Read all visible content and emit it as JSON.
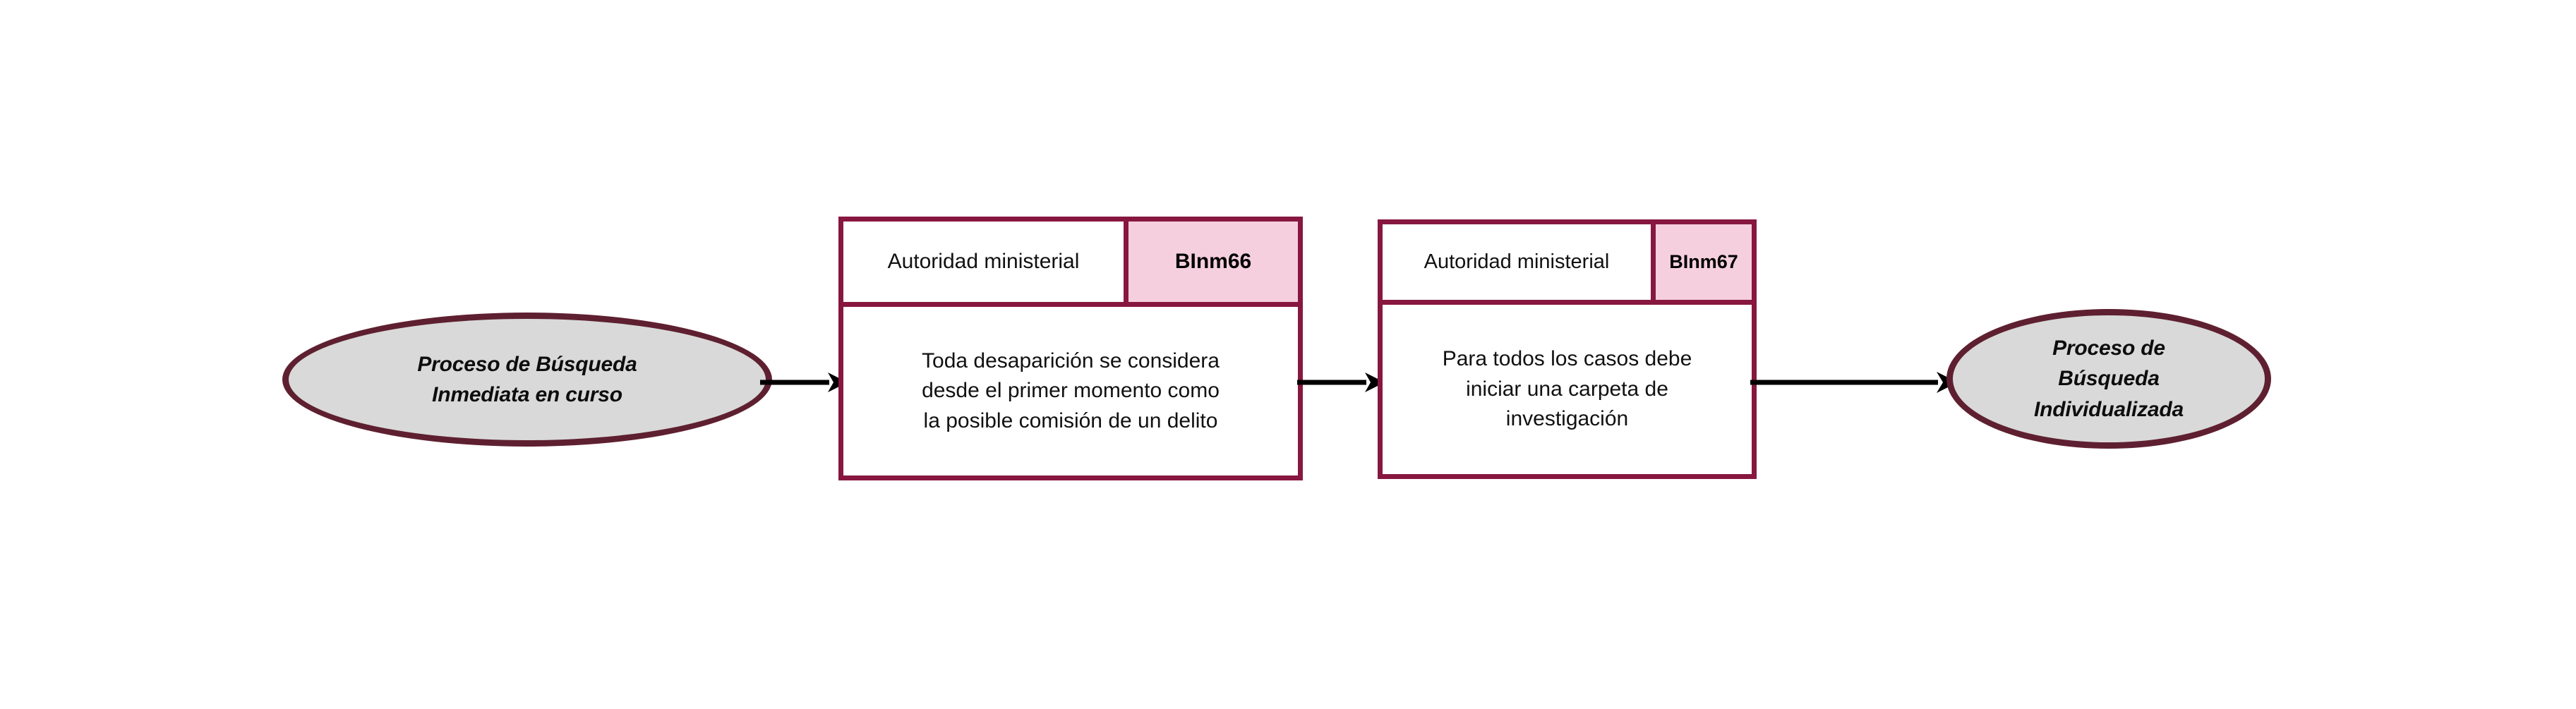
{
  "diagram": {
    "type": "process-flow",
    "background_color": "#ffffff",
    "accent_colors": {
      "node_border": "#5e2030",
      "node_fill": "#d9d9d9",
      "box_border": "#87173f",
      "badge_fill": "#f5cfdd",
      "connector": "#000000",
      "text": "#111111"
    },
    "nodes": [
      {
        "id": "start",
        "shape": "ellipse",
        "lines": [
          "Proceso de Búsqueda",
          "Inmediata en curso"
        ]
      },
      {
        "id": "step-1",
        "shape": "process-box",
        "role_label": "Autoridad ministerial",
        "code_badge": "BInm66",
        "body_lines": [
          "Toda desaparición se considera",
          "desde el primer momento como",
          "la posible comisión de un delito"
        ]
      },
      {
        "id": "step-2",
        "shape": "process-box",
        "role_label": "Autoridad ministerial",
        "code_badge": "BInm67",
        "body_lines": [
          "Para todos los casos debe",
          "iniciar una carpeta de",
          "investigación"
        ]
      },
      {
        "id": "end",
        "shape": "ellipse",
        "lines": [
          "Proceso de",
          "Búsqueda",
          "Individualizada"
        ]
      }
    ],
    "connectors": [
      {
        "id": "c1",
        "from": "start",
        "to": "step-1",
        "style": "solid-arrow",
        "label": ""
      },
      {
        "id": "c2",
        "from": "step-1",
        "to": "step-2",
        "style": "solid-arrow",
        "label": ""
      },
      {
        "id": "c3",
        "from": "step-2",
        "to": "end",
        "style": "solid-arrow",
        "label": ""
      }
    ]
  }
}
